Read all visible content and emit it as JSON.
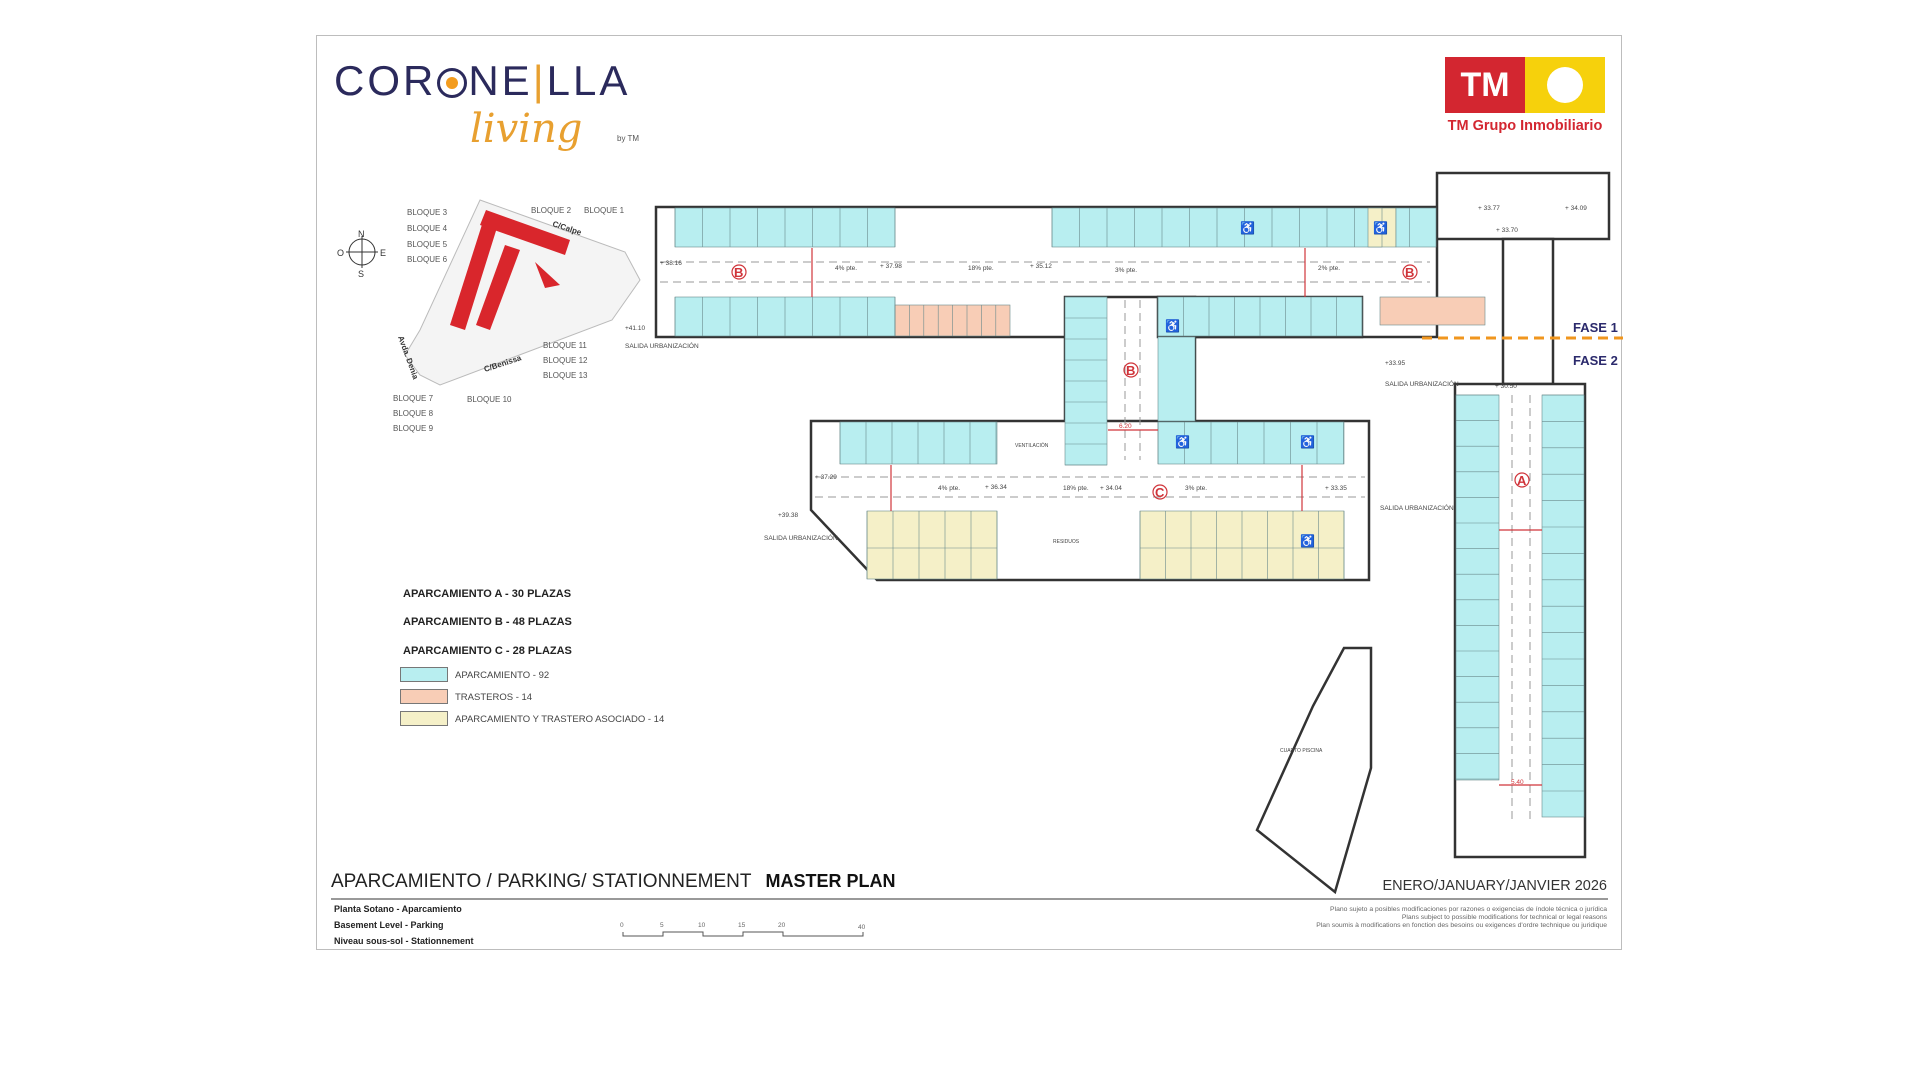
{
  "brand": {
    "name_left": "COR",
    "name_right": "NE",
    "name_end": "LLA",
    "script": "living",
    "by": "by TM"
  },
  "company": {
    "logo_text": "TM",
    "name": "TM Grupo Inmobiliario",
    "colors": {
      "red": "#d32630",
      "yellow": "#f6d10c"
    }
  },
  "compass": {
    "n": "N",
    "s": "S",
    "e": "E",
    "o": "O"
  },
  "site_plan": {
    "blocks": [
      "BLOQUE 1",
      "BLOQUE 2",
      "BLOQUE 3",
      "BLOQUE 4",
      "BLOQUE 5",
      "BLOQUE 6",
      "BLOQUE 7",
      "BLOQUE 8",
      "BLOQUE 9",
      "BLOQUE 10",
      "BLOQUE 11",
      "BLOQUE 12",
      "BLOQUE 13"
    ],
    "streets": [
      "C/Calpe",
      "C/Benissa",
      "Avda. Denia"
    ]
  },
  "plan": {
    "zone_b": "B",
    "zone_c": "C",
    "zone_a": "A",
    "fase1": "FASE 1",
    "fase2": "FASE 2",
    "exit": "SALIDA URBANIZACIÓN",
    "labels": [
      "+ 37.98",
      "4% pte.",
      "18% pte.",
      "+ 35.12",
      "3% pte.",
      "2% pte.",
      "+ 33.77",
      "+ 34.09",
      "+ 33.70",
      "+33.95",
      "+ 30.50",
      "+ 37.29",
      "+ 36.34",
      "+ 34.04",
      "+ 33.35",
      "+39.38",
      "+41.10",
      "6.20",
      "5.40",
      "CUARTO PISCINA",
      "RESIDUOS",
      "VENTILACIÓN",
      "+ 38.16",
      "4% pte.",
      "18% pte.",
      "3% pte."
    ],
    "colors": {
      "parking": "#b8eef0",
      "storage": "#f8cdb6",
      "parking_storage": "#f5f0c8",
      "phase_line": "#f0961e",
      "zone_mark": "#d0343a"
    }
  },
  "legend": {
    "summary": [
      "APARCAMIENTO A -  30 PLAZAS",
      "APARCAMIENTO B -  48 PLAZAS",
      "APARCAMIENTO C  -  28 PLAZAS"
    ],
    "items": [
      {
        "label": "APARCAMIENTO - 92",
        "color": "#b8eef0"
      },
      {
        "label": "TRASTEROS - 14",
        "color": "#f8cdb6"
      },
      {
        "label": "APARCAMIENTO Y TRASTERO ASOCIADO - 14",
        "color": "#f5f0c8"
      }
    ]
  },
  "footer": {
    "title": "APARCAMIENTO / PARKING/ STATIONNEMENT",
    "master": "MASTER PLAN",
    "levels": [
      "Planta Sotano - Aparcamiento",
      "Basement Level - Parking",
      "Niveau sous-sol - Stationnement"
    ],
    "scale_ticks": [
      "0",
      "5",
      "10",
      "15",
      "20",
      "40"
    ],
    "date": "ENERO/JANUARY/JANVIER 2026",
    "notes": [
      "Plano sujeto a posibles modificaciones por razones o exigencias de índole técnica o jurídica",
      "Plans subject to possible modifications for technical or legal reasons",
      "Plan soumis à modifications en fonction des besoins ou exigences d'ordre technique ou juridique"
    ]
  }
}
